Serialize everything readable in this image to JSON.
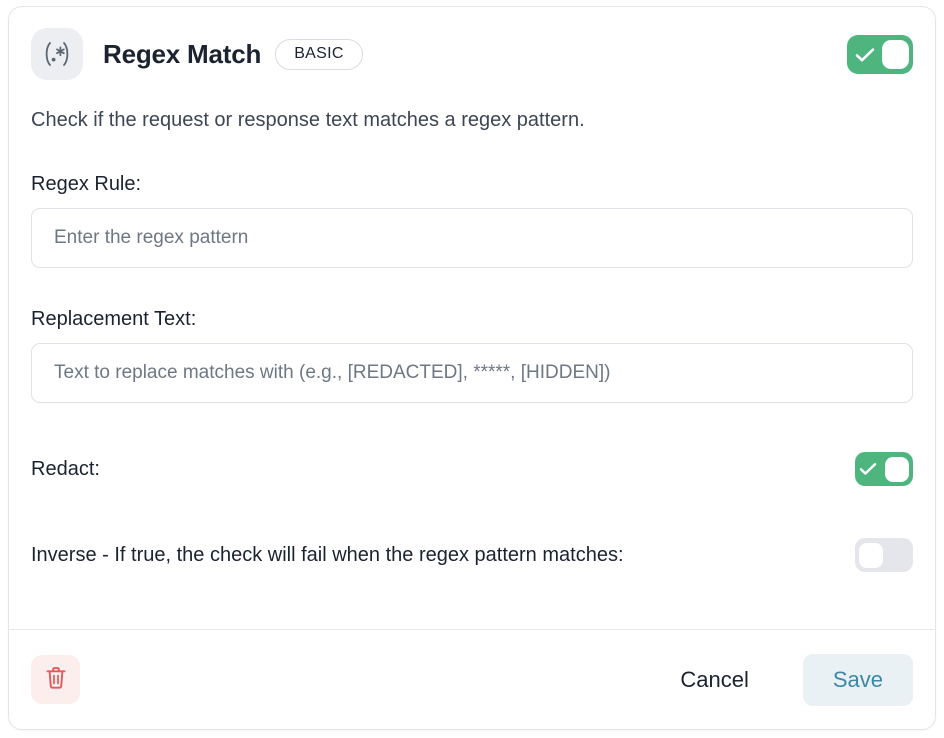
{
  "card": {
    "icon_name": "regex-icon",
    "icon_glyph": "(.*)",
    "title": "Regex Match",
    "badge": "BASIC",
    "enabled_toggle": {
      "name": "enable-check-toggle",
      "state": "on",
      "color": "#4eb57f"
    },
    "description": "Check if the request or response text matches a regex pattern."
  },
  "fields": [
    {
      "label": "Regex Rule:",
      "placeholder": "Enter the regex pattern",
      "value": ""
    },
    {
      "label": "Replacement Text:",
      "placeholder": "Text to replace matches with (e.g., [REDACTED], *****, [HIDDEN])",
      "value": ""
    }
  ],
  "switches": [
    {
      "label": "Redact:",
      "state": "on",
      "color": "#4eb57f"
    },
    {
      "label": "Inverse - If true, the check will fail when the regex pattern matches:",
      "state": "off",
      "color": "#e4e6eb"
    }
  ],
  "footer": {
    "delete_icon": "trash-icon",
    "delete_color": "#e05a5a",
    "cancel_label": "Cancel",
    "save_label": "Save",
    "save_text_color": "#3d87a8"
  }
}
